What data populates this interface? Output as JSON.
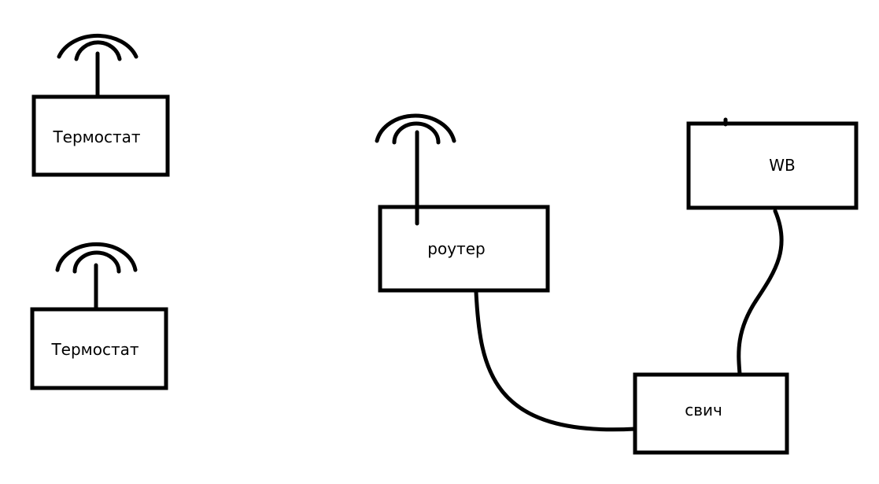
{
  "nodes": {
    "thermostat1": {
      "label": "Термостат",
      "wireless": true
    },
    "thermostat2": {
      "label": "Термостат",
      "wireless": true
    },
    "router": {
      "label": "роутер",
      "wireless": true
    },
    "wb": {
      "label": "WB",
      "wireless": false
    },
    "switch": {
      "label": "свич",
      "wireless": false
    }
  },
  "edges": [
    {
      "from": "router",
      "to": "switch",
      "type": "cable"
    },
    {
      "from": "wb",
      "to": "switch",
      "type": "cable"
    }
  ],
  "colors": {
    "stroke": "#000000",
    "background": "#ffffff"
  }
}
